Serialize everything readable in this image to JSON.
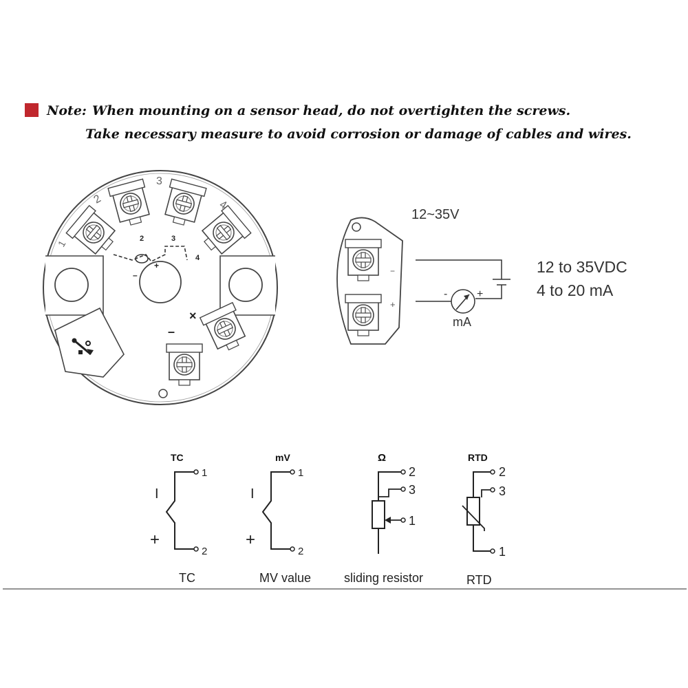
{
  "colors": {
    "marker": "#c0272d",
    "line": "#444444",
    "text": "#222222"
  },
  "note": {
    "label": "Note:",
    "line1": "When mounting on a sensor head, do not overtighten the screws.",
    "line2": "Take necessary measure to avoid corrosion or damage of cables and wires."
  },
  "transmitter": {
    "terminal_numbers": [
      "1",
      "2",
      "3",
      "4"
    ],
    "inner_labels": [
      "2",
      "3",
      "4",
      "+",
      "–",
      "×",
      "–"
    ],
    "usb_icon": "usb-icon"
  },
  "power": {
    "supply_label": "12~35V",
    "spec_line1": "12 to 35VDC",
    "spec_line2": "4 to 20 mA",
    "meter_label": "mA",
    "minus": "-",
    "plus": "+",
    "term_minus": "−",
    "term_plus": "+"
  },
  "symbols": [
    {
      "top": "TC",
      "caption": "TC",
      "pins": [
        "1",
        "2"
      ],
      "signs": [
        "I",
        "+"
      ]
    },
    {
      "top": "mV",
      "caption": "MV value",
      "pins": [
        "1",
        "2"
      ],
      "signs": [
        "I",
        "+"
      ]
    },
    {
      "top": "Ω",
      "caption": "sliding resistor",
      "pins": [
        "2",
        "3",
        "1"
      ]
    },
    {
      "top": "RTD",
      "caption": "RTD",
      "pins": [
        "2",
        "3",
        "1"
      ]
    }
  ]
}
